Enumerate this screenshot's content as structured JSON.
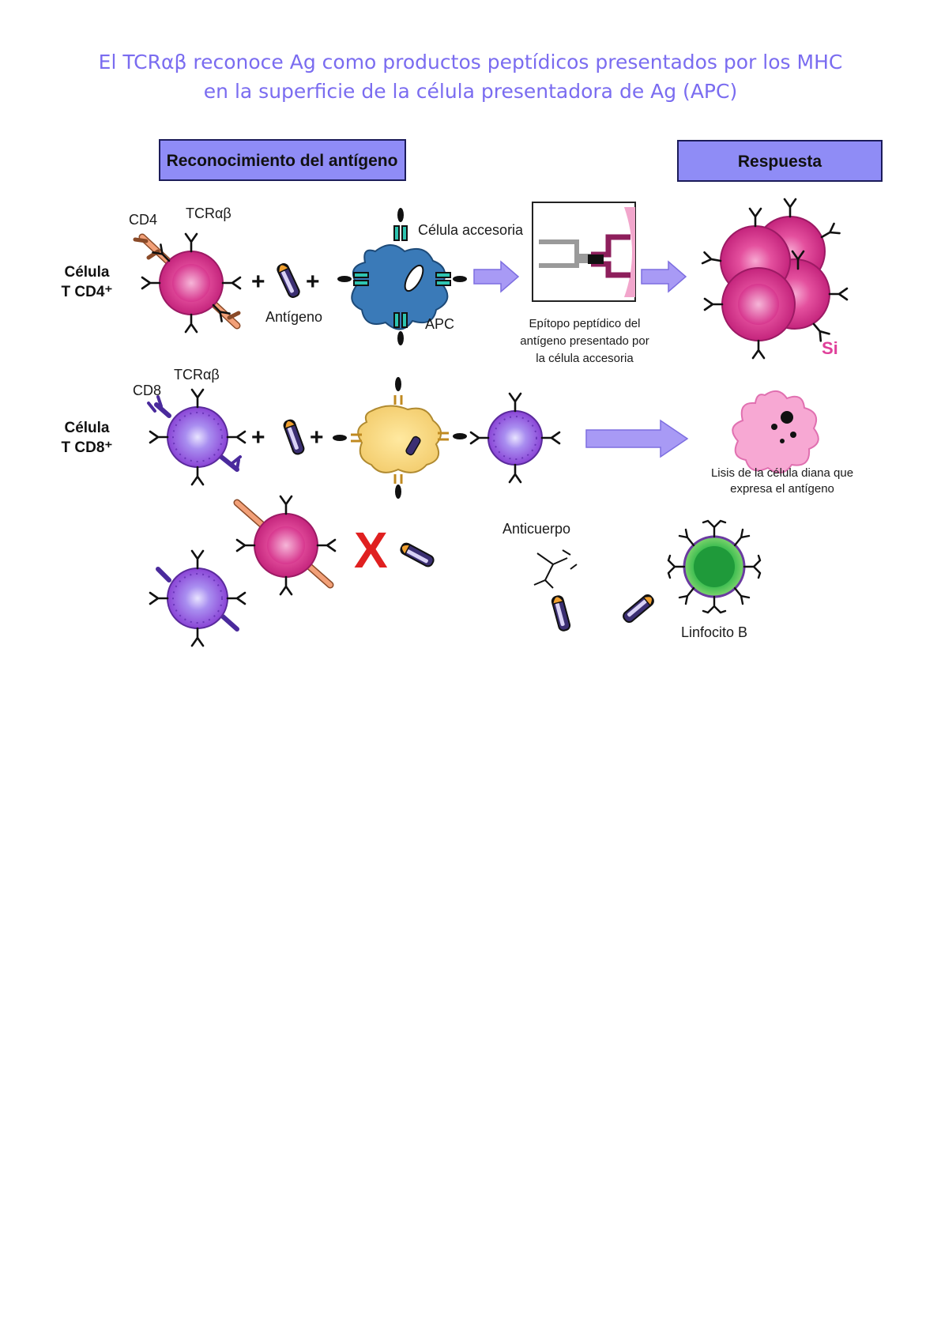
{
  "title": {
    "line1": "El TCRαβ reconoce Ag como productos peptídicos presentados por los MHC",
    "line2": "en la superficie de la célula presentadora de Ag (APC)"
  },
  "headers": {
    "recognition": "Reconocimiento del antígeno",
    "response": "Respuesta"
  },
  "row_cd4": {
    "cell_label_1": "Célula",
    "cell_label_2": "T CD4⁺",
    "cd4": "CD4",
    "tcr": "TCRαβ",
    "antigen": "Antígeno",
    "accessory_cell": "Célula accesoria",
    "apc": "APC",
    "epitope_1": "Epítopo peptídico del",
    "epitope_2": "antígeno presentado por",
    "epitope_3": "la célula accesoria",
    "response_mark": "Si"
  },
  "row_cd8": {
    "cell_label_1": "Célula",
    "cell_label_2": "T CD8⁺",
    "cd8": "CD8",
    "tcr": "TCRαβ",
    "lysis_1": "Lisis de la célula diana que",
    "lysis_2": "expresa el antígeno"
  },
  "row_b": {
    "no_mark": "X",
    "antibody": "Anticuerpo",
    "b_cell": "Linfocito B"
  },
  "colors": {
    "title": "#7a6cf0",
    "header_fill": "#8f8cf6",
    "arrow": "#a89af5",
    "cd4_cell": "#e0409a",
    "cd8_cell": "#9d55e0",
    "apc": "#3a7ab8",
    "b_cell": "#28b030",
    "red_x": "#e02020",
    "si": "#e0409a"
  }
}
